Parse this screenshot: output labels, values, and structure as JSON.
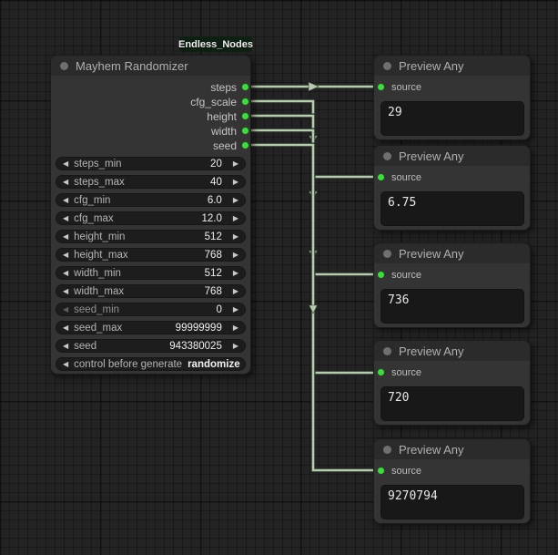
{
  "canvas": {
    "badge": "Endless_Nodes"
  },
  "icons": {
    "arrow_left": "◀",
    "arrow_right": "▶"
  },
  "colors": {
    "canvas_bg": "#232323",
    "node_body": "#343434",
    "node_header": "#2b2b2b",
    "widget_bg": "#1d1d1d",
    "textbox_bg": "#181818",
    "slot_green": "#46d746",
    "dot_gray": "#707070",
    "wire": "#b7cbb0",
    "badge_bg": "#0d2012"
  },
  "randomizer_node": {
    "title": "Mayhem Randomizer",
    "outputs": [
      {
        "label": "steps"
      },
      {
        "label": "cfg_scale"
      },
      {
        "label": "height"
      },
      {
        "label": "width"
      },
      {
        "label": "seed"
      }
    ],
    "widgets": [
      {
        "label": "steps_min",
        "value": "20"
      },
      {
        "label": "steps_max",
        "value": "40"
      },
      {
        "label": "cfg_min",
        "value": "6.0"
      },
      {
        "label": "cfg_max",
        "value": "12.0"
      },
      {
        "label": "height_min",
        "value": "512"
      },
      {
        "label": "height_max",
        "value": "768"
      },
      {
        "label": "width_min",
        "value": "512"
      },
      {
        "label": "width_max",
        "value": "768"
      },
      {
        "label": "seed_min",
        "value": "0"
      },
      {
        "label": "seed_max",
        "value": "99999999"
      },
      {
        "label": "seed",
        "value": "943380025"
      },
      {
        "label": "control before generate",
        "value": "randomize"
      }
    ]
  },
  "preview_nodes": [
    {
      "title": "Preview Any",
      "input": "source",
      "value": "29"
    },
    {
      "title": "Preview Any",
      "input": "source",
      "value": "6.75"
    },
    {
      "title": "Preview Any",
      "input": "source",
      "value": "736"
    },
    {
      "title": "Preview Any",
      "input": "source",
      "value": "720"
    },
    {
      "title": "Preview Any",
      "input": "source",
      "value": "9270794"
    }
  ],
  "connections": [
    {
      "from": "steps",
      "to": "preview 1 source"
    },
    {
      "from": "cfg_scale",
      "to": "preview 2 source"
    },
    {
      "from": "height",
      "to": "preview 3 source"
    },
    {
      "from": "width",
      "to": "preview 4 source"
    },
    {
      "from": "seed",
      "to": "preview 5 source"
    }
  ]
}
